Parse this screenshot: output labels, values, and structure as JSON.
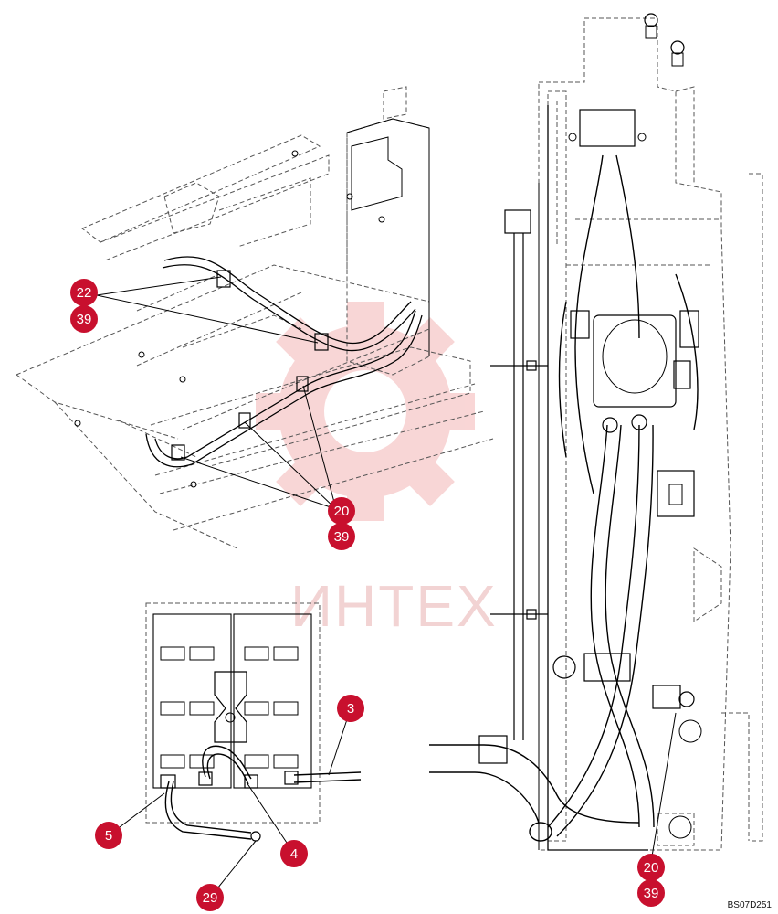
{
  "drawing_code": "BS07D251",
  "watermark": {
    "text": "ИНТЕХ",
    "color": "#f6c6c6"
  },
  "colors": {
    "callout": "#c8102e",
    "line": "#000000",
    "dashed": "#555555"
  },
  "callouts": {
    "c22": "22",
    "c39a": "39",
    "c20a": "20",
    "c39b": "39",
    "c3": "3",
    "c5": "5",
    "c4": "4",
    "c29": "29",
    "c20b": "20",
    "c39c": "39"
  }
}
